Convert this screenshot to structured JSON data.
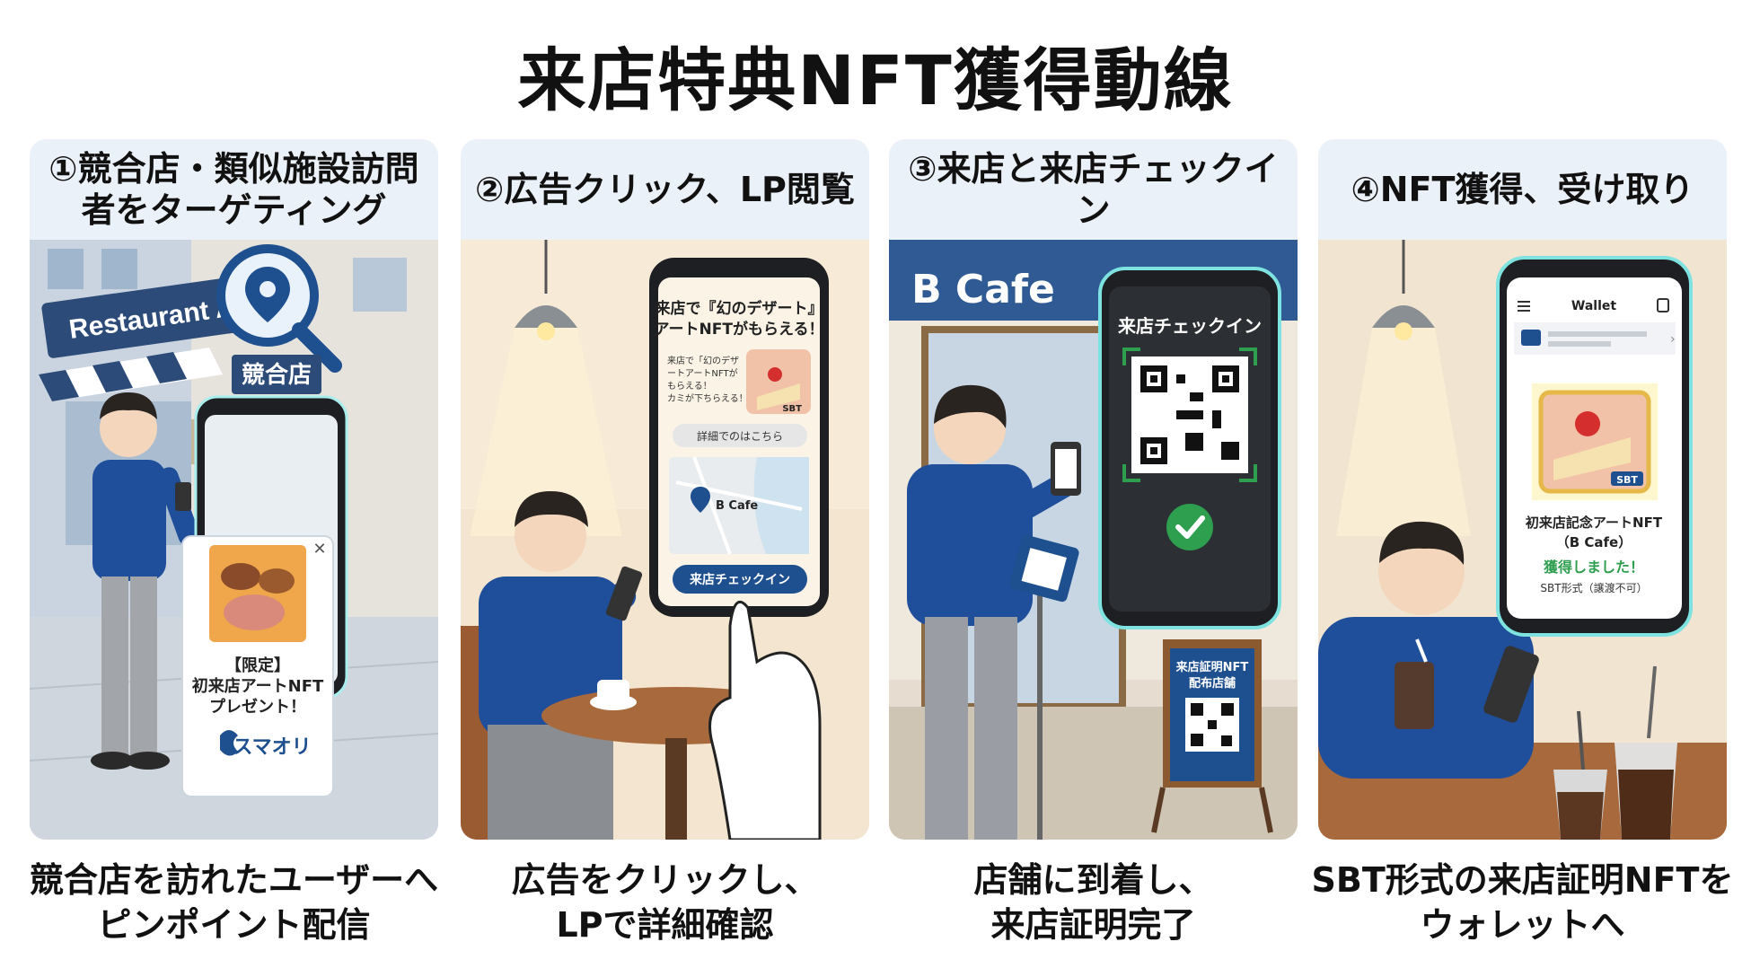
{
  "title": "来店特典NFT獲得動線",
  "steps": [
    {
      "heading_lines": [
        "①競合店・類似施設訪問",
        "者をターゲティング"
      ],
      "caption_lines": [
        "競合店を訪れたユーザーへ",
        "ピンポイント配信"
      ],
      "sign": "Restaurant A",
      "location_tag": "競合店",
      "ad_lines": [
        "【限定】",
        "初来店アートNFT",
        "プレゼント！"
      ],
      "brand": "スマオリ",
      "close_glyph": "✕"
    },
    {
      "heading_lines": [
        "②広告クリック、LP閲覧"
      ],
      "caption_lines": [
        "広告をクリックし、",
        "LPで詳細確認"
      ],
      "lp_headline_lines": [
        "来店で『幻のデザート』",
        "アートNFTがもらえる！"
      ],
      "lp_body_lines": [
        "来店で「幻のデザ",
        "ートアートNFTが",
        "もらえる！",
        "カミが下ちらえる！"
      ],
      "sbt_badge": "SBT",
      "details_button": "詳細でのはこちら",
      "map_label": "B Cafe",
      "checkin_button": "来店チェックイン"
    },
    {
      "heading_lines": [
        "③来店と来店チェックイン"
      ],
      "caption_lines": [
        "店舗に到着し、",
        "来店証明完了"
      ],
      "store_sign": "B Cafe",
      "screen_title": "来店チェックイン",
      "board_lines": [
        "来店証明NFT",
        "配布店舗"
      ]
    },
    {
      "heading_lines": [
        "④NFT獲得、受け取り"
      ],
      "caption_lines": [
        "SBT形式の来店証明NFTを",
        "ウォレットへ"
      ],
      "wallet_title": "Wallet",
      "sbt_badge": "SBT",
      "nft_name_lines": [
        "初来店記念アートNFT",
        "（B Cafe）"
      ],
      "acquired": "獲得しました！",
      "sbt_note": "SBT形式（譲渡不可）"
    }
  ],
  "colors": {
    "header_bg": "#eaf1f8",
    "accent_blue": "#1e4f8f",
    "shirt_blue": "#1f4e9a",
    "check_green": "#2e9e4f",
    "glow": "#7ee3e0"
  }
}
